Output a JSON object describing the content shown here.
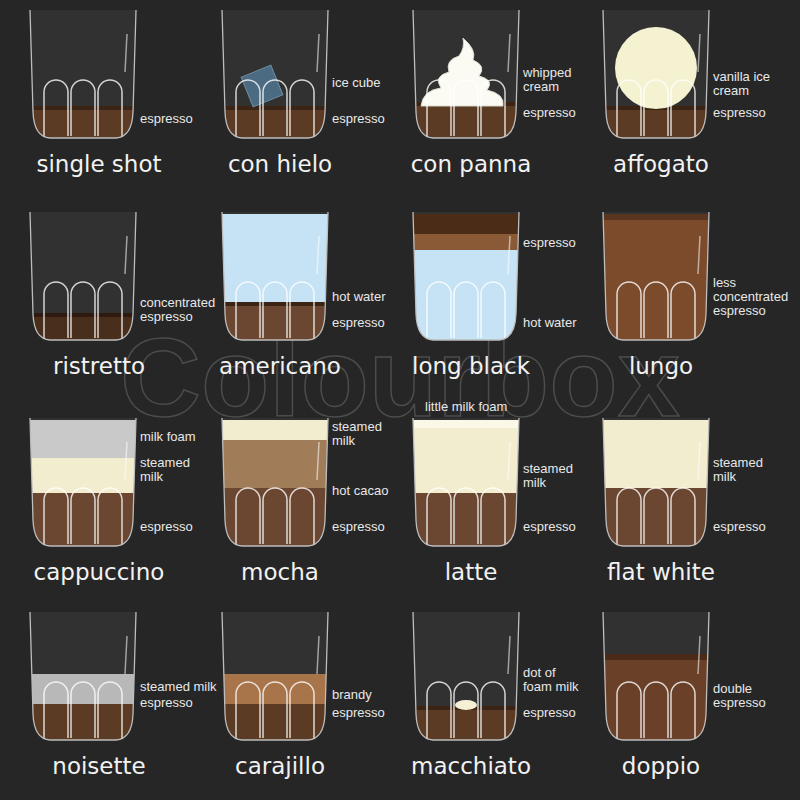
{
  "diagram": {
    "nodes": [
      {
        "text": [
          "single shot",
          "espresso"
        ]
      },
      {
        "text": [
          "con hielo",
          "ice cube",
          "espresso"
        ]
      },
      {
        "text": [
          "con panna",
          "whipped cream",
          "espresso"
        ]
      },
      {
        "text": [
          "affogato",
          "vanilla ice cream",
          "espresso"
        ]
      },
      {
        "text": [
          "ristretto",
          "concentrated espresso"
        ]
      },
      {
        "text": [
          "americano",
          "hot water",
          "espresso"
        ]
      },
      {
        "text": [
          "long black",
          "espresso",
          "hot water"
        ]
      },
      {
        "text": [
          "lungo",
          "less concentrated espresso"
        ]
      },
      {
        "text": [
          "cappuccino",
          "milk foam",
          "steamed milk",
          "espresso"
        ]
      },
      {
        "text": [
          "mocha",
          "steamed milk",
          "hot cacao",
          "espresso"
        ]
      },
      {
        "text": [
          "latte",
          "little milk foam",
          "steamed milk",
          "espresso"
        ]
      },
      {
        "text": [
          "flat white",
          "steamed milk",
          "espresso"
        ]
      },
      {
        "text": [
          "noisette",
          "steamed milk",
          "espresso"
        ]
      },
      {
        "text": [
          "carajillo",
          "brandy",
          "espresso"
        ]
      },
      {
        "text": [
          "macchiato",
          "dot of foam milk",
          "espresso"
        ]
      },
      {
        "text": [
          "doppio",
          "double espresso"
        ]
      }
    ],
    "labels": [
      "Colourbox"
    ]
  }
}
